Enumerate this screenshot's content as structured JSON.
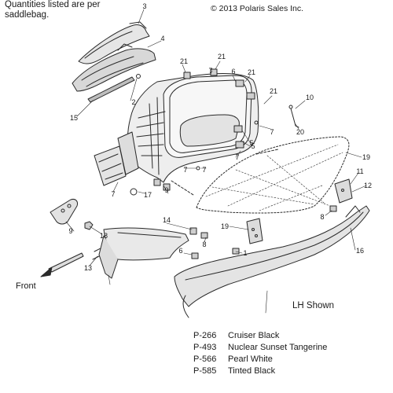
{
  "note": "Quantities listed are per saddlebag.",
  "copyright": "© 2013 Polaris Sales Inc.",
  "front_label": "Front",
  "view_label": "LH Shown",
  "legend": [
    {
      "code": "P-266",
      "name": "Cruiser Black"
    },
    {
      "code": "P-493",
      "name": "Nuclear Sunset Tangerine"
    },
    {
      "code": "P-566",
      "name": "Pearl White"
    },
    {
      "code": "P-585",
      "name": "Tinted Black"
    }
  ],
  "callouts": [
    "3",
    "4",
    "21",
    "21",
    "6",
    "21",
    "7",
    "21",
    "10",
    "2",
    "15",
    "7",
    "5",
    "20",
    "7",
    "7",
    "5",
    "7",
    "19",
    "11",
    "17",
    "12",
    "7",
    "9",
    "18",
    "8",
    "9",
    "19",
    "14",
    "8",
    "6",
    "1",
    "16",
    "13"
  ],
  "colors": {
    "line": "#2a2a2a",
    "text": "#1a1a1a"
  }
}
